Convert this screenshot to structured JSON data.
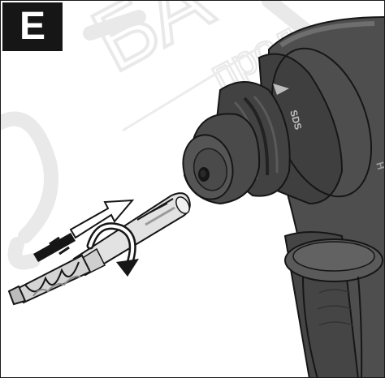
{
  "figure": {
    "step_label": "E",
    "chuck_marking": "SDS",
    "body_marking_fragment": "H",
    "watermark_fragments": [
      "БА",
      "прод"
    ]
  },
  "icons": {
    "insert_arrow": "arrow-right-icon",
    "rotate_arrow": "rotate-arrow-icon",
    "lock_marks": "triple-bar-icon"
  },
  "colors": {
    "tool_body": "#4b4b4b",
    "chuck_sleeve": "#3c3c3c",
    "bit_metal": "#d6d6d6",
    "outline": "#161616",
    "watermark": "#e6e6e6"
  }
}
